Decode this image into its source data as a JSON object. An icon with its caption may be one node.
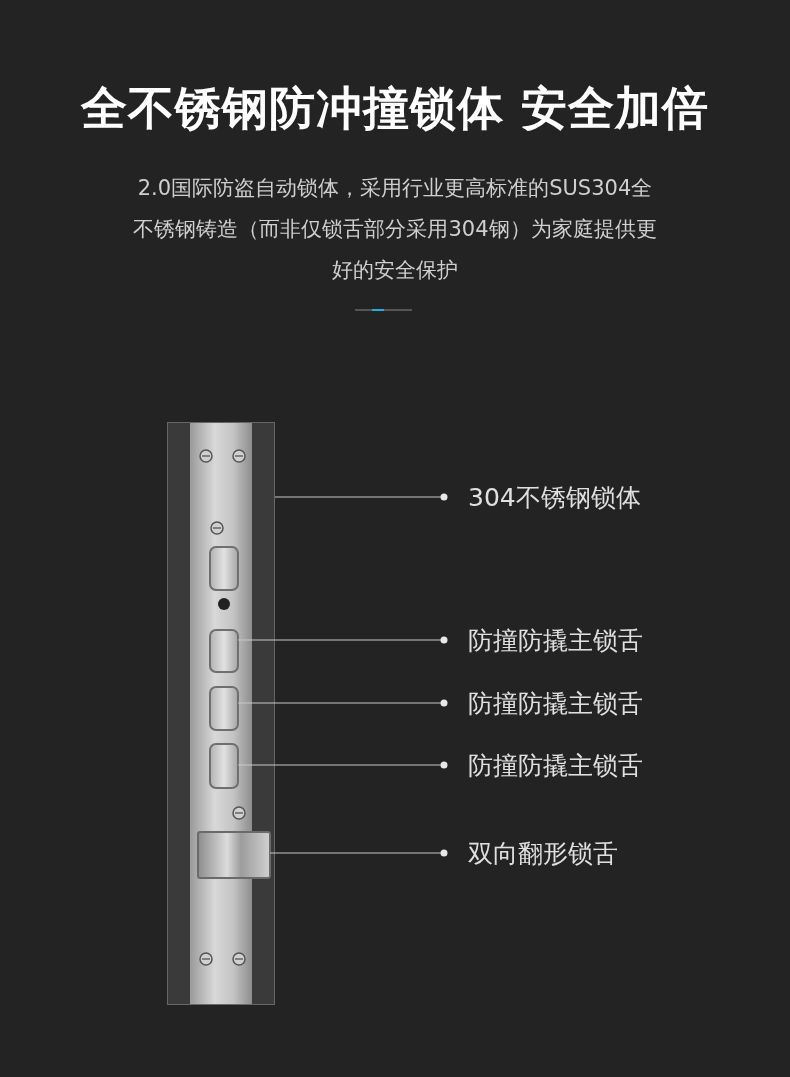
{
  "diagram": {
    "title": "全不锈钢防冲撞锁体 安全加倍",
    "nodes": [
      {
        "text": [],
        "shape": "picture"
      },
      {
        "text": [],
        "shape": "box",
        "in": 0
      },
      {
        "text": [],
        "shape": "box",
        "in": 0
      },
      {
        "text": [],
        "shape": "box",
        "in": 0
      },
      {
        "text": [],
        "shape": "box",
        "in": 0
      },
      {
        "text": [],
        "shape": "box",
        "in": 0
      },
      {
        "text": [
          "304不锈钢锁体"
        ]
      },
      {
        "text": [
          "防撞防撬主锁舌"
        ]
      },
      {
        "text": [
          "防撞防撬主锁舌"
        ]
      },
      {
        "text": [
          "防撞防撬主锁舌"
        ]
      },
      {
        "text": [
          "双向翻形锁舌"
        ]
      }
    ],
    "edges": [
      {
        "from": 6,
        "to": 0,
        "arrow": "other"
      },
      {
        "from": 7,
        "to": 2,
        "arrow": "other"
      },
      {
        "from": 8,
        "to": 3,
        "arrow": "other"
      },
      {
        "from": 9,
        "to": 4,
        "arrow": "other"
      },
      {
        "from": 10,
        "to": 5,
        "arrow": "other"
      }
    ],
    "labels": [
      "2.0国际防盗自动锁体，采用行业更高标准的SUS304全不锈钢铸造（而非仅锁舌部分采用304钢）为家庭提供更好的安全保护"
    ]
  }
}
